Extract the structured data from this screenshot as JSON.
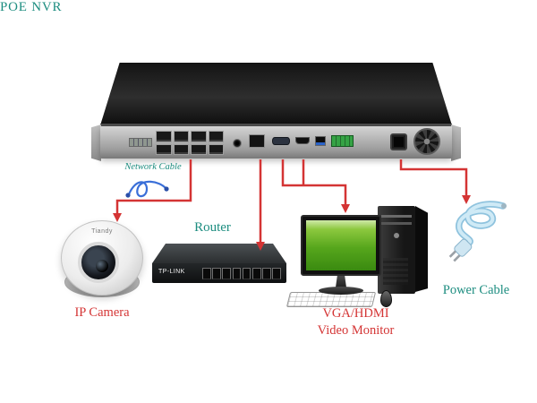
{
  "title": "POE NVR",
  "colors": {
    "teal": "#1d8d80",
    "red": "#d43434",
    "cable_blue": "#3a6fd8",
    "power_cable_blue": "#cfeaf6"
  },
  "labels": {
    "network_cable": "Network Cable",
    "ip_camera": "IP Camera",
    "router": "Router",
    "monitor_line1": "VGA/HDMI",
    "monitor_line2": "Video Monitor",
    "power_cable": "Power Cable"
  },
  "devices": {
    "camera": {
      "brand": "Tiandy"
    },
    "router": {
      "brand": "TP-LINK"
    }
  }
}
